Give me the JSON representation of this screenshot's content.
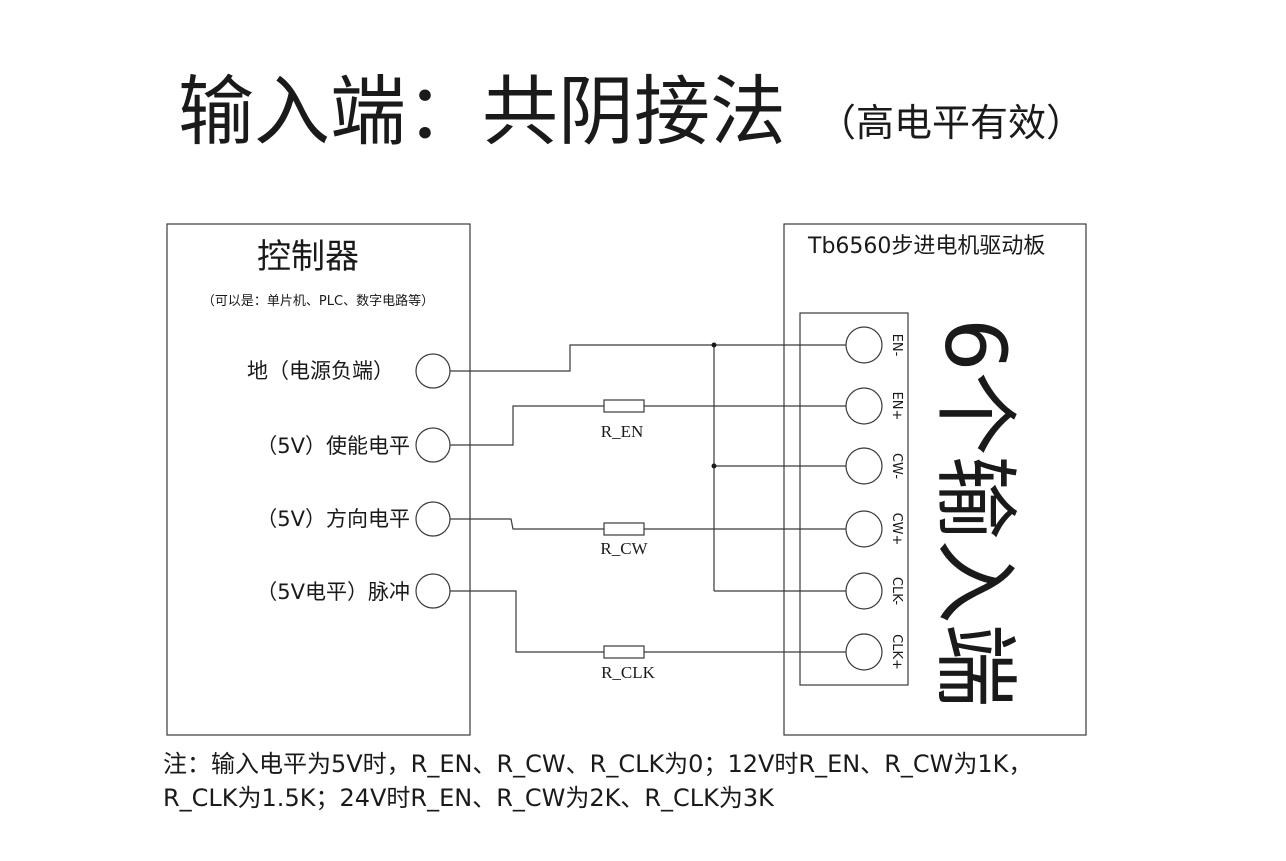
{
  "title": {
    "main": "输入端：共阴接法",
    "sub": "（高电平有效）"
  },
  "controller": {
    "title": "控制器",
    "subtitle": "（可以是：单片机、PLC、数字电路等）",
    "pins": [
      {
        "label": "地（电源负端）"
      },
      {
        "label": "（5V）使能电平"
      },
      {
        "label": "（5V）方向电平"
      },
      {
        "label": "（5V电平）脉冲"
      }
    ]
  },
  "board": {
    "title": "Tb6560步进电机驱动板",
    "side_label": "6个输入端",
    "terminals": [
      {
        "label": "EN-"
      },
      {
        "label": "EN+"
      },
      {
        "label": "CW-"
      },
      {
        "label": "CW+"
      },
      {
        "label": "CLK-"
      },
      {
        "label": "CLK+"
      }
    ]
  },
  "resistors": [
    {
      "label": "R_EN"
    },
    {
      "label": "R_CW"
    },
    {
      "label": "R_CLK"
    }
  ],
  "note": {
    "line1": "注：输入电平为5V时，R_EN、R_CW、R_CLK为0；12V时R_EN、R_CW为1K，",
    "line2": "R_CLK为1.5K；24V时R_EN、R_CW为2K、R_CLK为3K"
  }
}
